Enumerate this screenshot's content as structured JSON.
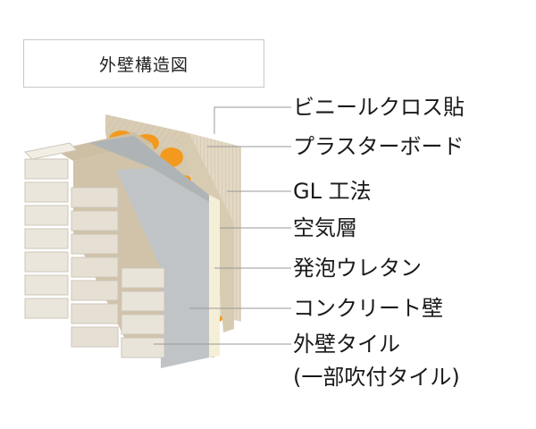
{
  "title": "外壁構造図",
  "labels": [
    "ビニールクロス貼",
    "プラスターボード",
    "GL 工法",
    "空気層",
    "発泡ウレタン",
    "コンクリート壁",
    "外壁タイル",
    "(一部吹付タイル)"
  ],
  "colors": {
    "tile": "#e9e4da",
    "tile_edge": "#cfc8bb",
    "concrete": "#d2c6ae",
    "urethane": "#f39a1e",
    "plaster": "#bfc3c5",
    "cloth": "#ddd3bf",
    "leader": "#999999"
  }
}
